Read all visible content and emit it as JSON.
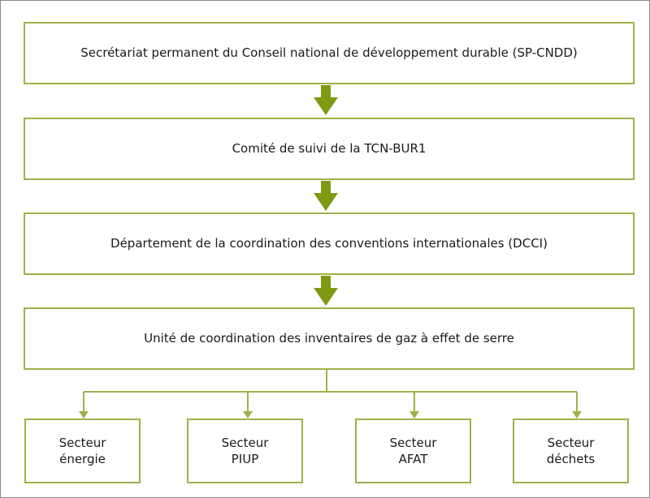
{
  "boxes": {
    "sp_cndd": "Secrétariat permanent du Conseil national de développement durable (SP-CNDD)",
    "comite": "Comité de suivi de la TCN-BUR1",
    "dcci": "Département de la coordination des conventions internationales (DCCI)",
    "unite": "Unité de coordination des inventaires de gaz à effet de serre"
  },
  "sectors": [
    {
      "line1": "Secteur",
      "line2": "énergie"
    },
    {
      "line1": "Secteur",
      "line2": "PIUP"
    },
    {
      "line1": "Secteur",
      "line2": "AFAT"
    },
    {
      "line1": "Secteur",
      "line2": "déchets"
    }
  ],
  "colors": {
    "accent": "#9fb14a",
    "arrow": "#7f9a12",
    "text": "#1a1a1a"
  }
}
